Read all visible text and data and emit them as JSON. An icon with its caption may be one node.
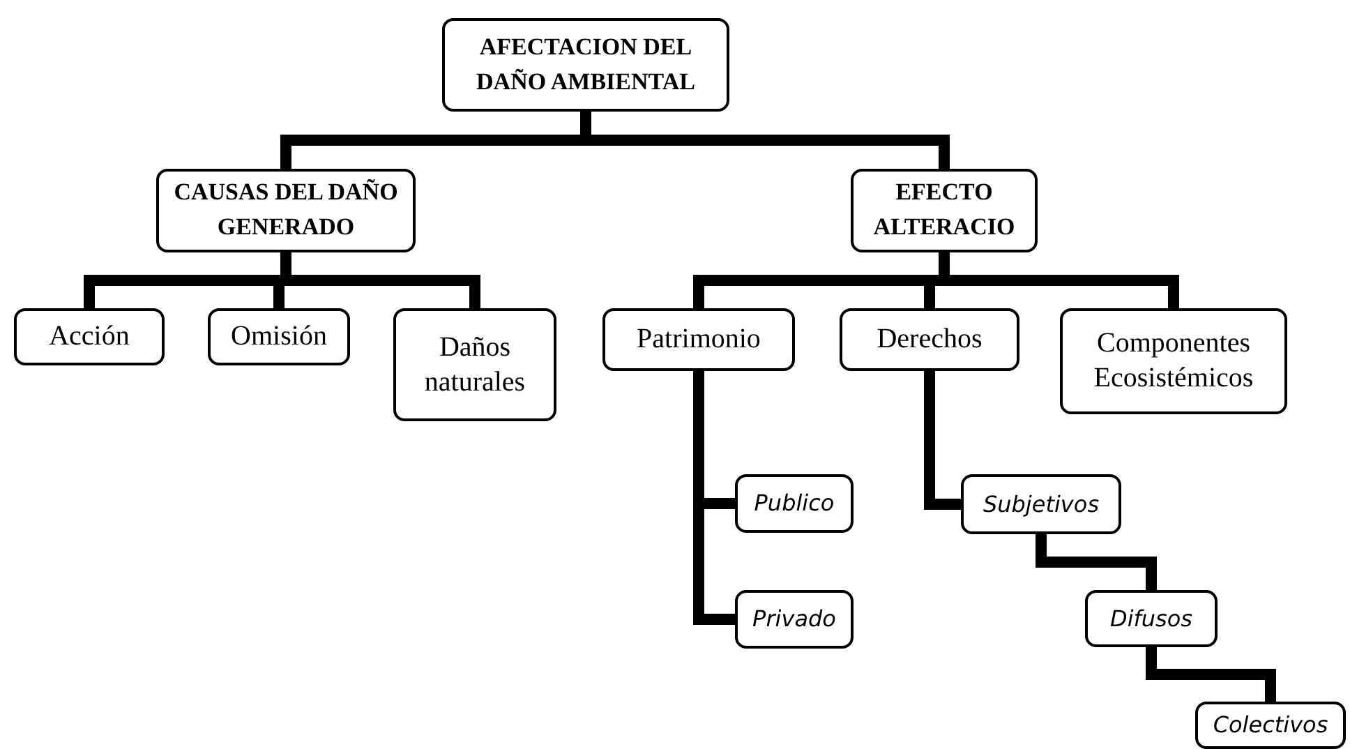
{
  "diagram": {
    "nodes": [
      {
        "text": [
          "AFECTACION DEL DAÑO AMBIENTAL"
        ]
      },
      {
        "text": [
          "CAUSAS DEL DAÑO GENERADO"
        ]
      },
      {
        "text": [
          "EFECTO ALTERACIO"
        ]
      },
      {
        "text": [
          "Acción"
        ]
      },
      {
        "text": [
          "Omisión"
        ]
      },
      {
        "text": [
          "Daños naturales"
        ]
      },
      {
        "text": [
          "Patrimonio"
        ]
      },
      {
        "text": [
          "Derechos"
        ]
      },
      {
        "text": [
          "Componentes Ecosistémicos"
        ]
      },
      {
        "text": [
          "Publico"
        ]
      },
      {
        "text": [
          "Privado"
        ]
      },
      {
        "text": [
          "Subjetivos"
        ]
      },
      {
        "text": [
          "Difusos"
        ]
      },
      {
        "text": [
          "Colectivos"
        ]
      }
    ],
    "edges": [
      {
        "from": 0,
        "to": 1,
        "arrow": "none"
      },
      {
        "from": 0,
        "to": 2,
        "arrow": "none"
      },
      {
        "from": 1,
        "to": 3,
        "arrow": "none"
      },
      {
        "from": 1,
        "to": 4,
        "arrow": "none"
      },
      {
        "from": 1,
        "to": 5,
        "arrow": "none"
      },
      {
        "from": 2,
        "to": 6,
        "arrow": "none"
      },
      {
        "from": 2,
        "to": 7,
        "arrow": "none"
      },
      {
        "from": 2,
        "to": 8,
        "arrow": "none"
      },
      {
        "from": 6,
        "to": 9,
        "arrow": "none"
      },
      {
        "from": 6,
        "to": 10,
        "arrow": "none"
      },
      {
        "from": 7,
        "to": 11,
        "arrow": "none"
      },
      {
        "from": 11,
        "to": 12,
        "arrow": "none"
      },
      {
        "from": 12,
        "to": 13,
        "arrow": "none"
      }
    ]
  }
}
